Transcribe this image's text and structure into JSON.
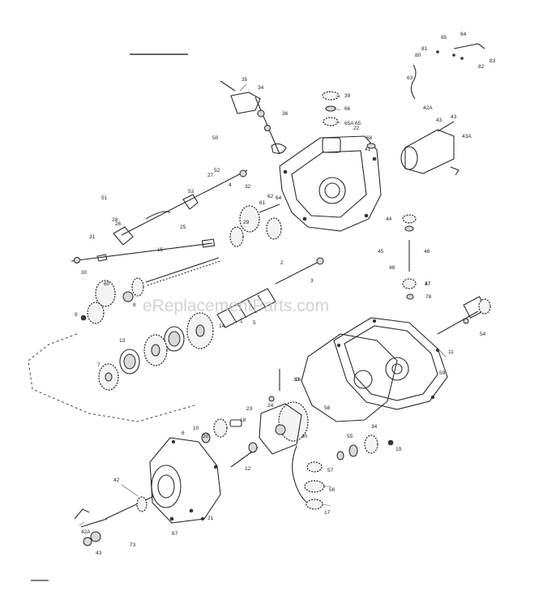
{
  "watermark": "eReplacementParts.com",
  "callouts": {
    "c1": "35",
    "c2": "34",
    "c3": "36",
    "c4": "39",
    "c5": "66",
    "c6": "65A",
    "c7": "68",
    "c8": "41",
    "c9": "43",
    "c10": "63",
    "c11": "42A",
    "c12": "43",
    "c13": "43A",
    "c14": "44",
    "c15": "46",
    "c16": "47",
    "c17": "78",
    "c18": "31",
    "c19": "28",
    "c20": "32",
    "c21": "30",
    "c22": "60",
    "c23": "9",
    "c24": "8",
    "c25": "13",
    "c26": "2",
    "c27": "5",
    "c28": "14",
    "c29": "11",
    "c30": "54",
    "c31": "59",
    "c32": "16",
    "c33": "58",
    "c34": "10",
    "c35": "20",
    "c36": "18",
    "c37": "24",
    "c38": "12",
    "c39": "17",
    "c40": "42",
    "c41": "40",
    "c42": "42A",
    "c43": "43",
    "c44": "73",
    "c45": "67",
    "c46": "21",
    "c47": "57",
    "c48": "56",
    "c49": "55",
    "c50": "19",
    "c51": "34",
    "c52": "4",
    "c53": "27",
    "c54": "61",
    "c55": "62",
    "c56": "64",
    "c57": "29",
    "c58": "3",
    "c59": "1",
    "c60": "80",
    "c61": "81",
    "c62": "82",
    "c63": "83",
    "c64": "84",
    "c65": "85",
    "c66": "26",
    "c67": "25",
    "c68": "45",
    "c69": "7",
    "c70": "6",
    "c71": "15",
    "c72": "50",
    "c73": "51",
    "c74": "52",
    "c75": "53",
    "c76": "33",
    "c77": "37",
    "c78": "22",
    "c79": "23",
    "c80": "65",
    "c81": "48"
  }
}
